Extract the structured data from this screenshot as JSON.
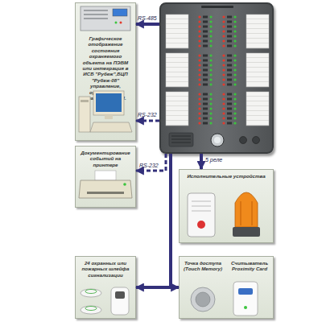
{
  "diagram": {
    "nodes": [
      {
        "text": []
      },
      {
        "text": [
          "Графическое отображение состояния охраняемого объекта на ПЭВМ или интеграция в ИСБ \"Рубеж\",БЦП \"Рубеж-08\" управление, организация удаленных АРМ."
        ]
      },
      {
        "text": [
          "Документирование событий на принтере"
        ]
      },
      {
        "text": [
          "Исполнительные устройства"
        ]
      },
      {
        "text": [
          "24 охранных или пожарных шлейфа сигнализации"
        ]
      },
      {
        "text": [
          "Точка доступа (Touch Memory)",
          "Считыватель Proximity Card"
        ]
      }
    ],
    "edges": [
      {
        "from": 0,
        "to": 1,
        "arrow": "to",
        "label": "RS-485"
      },
      {
        "from": 0,
        "to": 1,
        "arrow": "to",
        "label": "RS-232"
      },
      {
        "from": 0,
        "to": 2,
        "arrow": "to",
        "label": "RS-232"
      },
      {
        "from": 0,
        "to": 3,
        "arrow": "to",
        "label": "5 реле"
      },
      {
        "from": 0,
        "to": 4,
        "arrow": "to"
      },
      {
        "from": 0,
        "to": 5,
        "arrow": "to"
      }
    ]
  }
}
